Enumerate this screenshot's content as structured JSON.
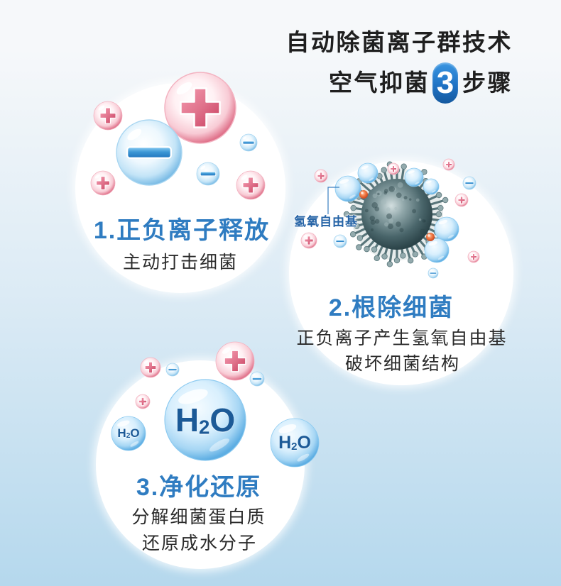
{
  "header": {
    "line1": "自动除菌离子群技术",
    "line2_prefix": "空气抑菌",
    "step_count": "3",
    "line2_suffix": "步骤"
  },
  "steps": [
    {
      "title": "1.正负离子释放",
      "lines": [
        "主动打击细菌"
      ]
    },
    {
      "title": "2.根除细菌",
      "lines": [
        "正负离子产生氢氧自由基",
        "破坏细菌结构"
      ]
    },
    {
      "title": "3.净化还原",
      "lines": [
        "分解细菌蛋白质",
        "还原成水分子"
      ]
    }
  ],
  "callout": {
    "radical_label": "氢氧自由基"
  },
  "molecule": "H2O",
  "icons": {
    "positive_ion": "positive-ion-icon",
    "negative_ion": "negative-ion-icon",
    "hydroxyl_radical": "hydroxyl-radical-icon",
    "radical_atom": "oxygen-atom-icon",
    "bacterium": "bacterium-icon",
    "water_molecule": "water-molecule-icon"
  },
  "colors": {
    "background_top": "#f6f8fa",
    "background_middle": "#dcebf5",
    "background_bottom": "#b5d8ed",
    "title_text": "#1f1f1f",
    "heading_blue": "#2f7cc1",
    "body_text": "#2b2b2b",
    "badge_blue": "#1f73c5",
    "label_blue": "#2563a6",
    "molecule_text": "#1c5a97",
    "positive_ion": "#e0738c",
    "negative_ion": "#3d97d5"
  }
}
